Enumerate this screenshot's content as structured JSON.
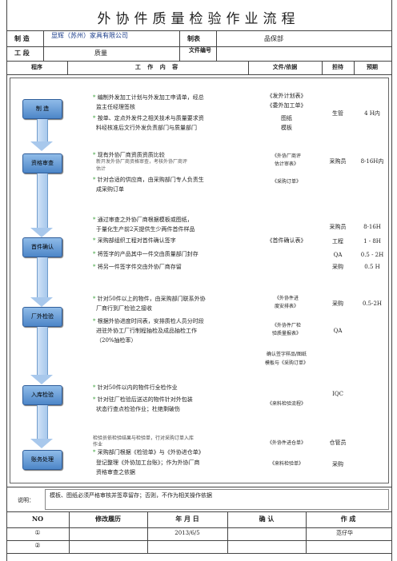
{
  "title": "外协件质量检验作业流程",
  "header": {
    "zhizao_label": "制 造",
    "zhizao_value": "显辉（苏州）家具有限公司",
    "zhizhi_label": "制表",
    "zhizhi_value": "品保部",
    "gongduan_label": "工 段",
    "gongduan_value": "质量",
    "docno_label": "文件编号",
    "docno_value": ""
  },
  "columns": [
    "程序",
    "工 作 内 容",
    "文件/依据",
    "担待",
    "预期"
  ],
  "steps": [
    {
      "label": "制 造",
      "lines": [
        "编制外发加工计划与外发加工申请单，经总",
        "监主任经理签核",
        "按单、定点外发件之相关技术与质量要求资",
        "料经核准后文行外发负责部门与质量部门"
      ],
      "docs": [
        "《发外计划表》",
        "《委外加工单》",
        "图纸",
        "模板"
      ],
      "owner": [
        "生管"
      ],
      "time": [
        "4 H内"
      ]
    },
    {
      "label": "资格审查",
      "lines": [
        "现有外协厂商资质资质比较",
        "新开发外协厂商资格审查，考核外协厂商评",
        "估计",
        "针对合适的供应商，由采购部门专人负责生",
        "成采购订单"
      ],
      "docs": [
        "《外协厂商评",
        "估计审表》",
        "《采购订单》"
      ],
      "owner": [
        "采购员"
      ],
      "time": [
        "8-16H内"
      ]
    },
    {
      "label": "首件确认",
      "lines": [
        "通过审查之外协厂商根据模板或图纸，",
        "于量化生产前2天提供生少两件首件样品",
        "采购部组织工程对首件确认签字",
        "将签字的产品其中一件交由质量部门封存",
        "将另一件签字件交由外协厂商存留"
      ],
      "docs": [
        "《首件确认表》"
      ],
      "owner": [
        "采购员",
        "工程",
        "QA",
        "采购"
      ],
      "time": [
        "8-16H",
        "1 - 8H",
        "0.5 - 2H",
        "0.5 H"
      ]
    },
    {
      "label": "厂外检验",
      "lines": [
        "针对50件以上的物件，由采购部门联系外协",
        "厂商行到厂检验之接收",
        "根据外协进度时间表，安排质检人员分时段",
        "进驻外协工厂行制程抽检及成品抽检工作",
        "（20%抽检率）"
      ],
      "docs": [
        "《外协件进",
        "度安排表》",
        "《外协件厂检",
        "验质量报表》"
      ],
      "owner": [
        "采购",
        "QA"
      ],
      "time": [
        "0.5-2H"
      ]
    },
    {
      "label": "入库检验",
      "lines": [
        "针对50件以内的物件行全检作业",
        "针对驻厂检验后送达的物件针对外包装",
        "状态行查点检验作业；杜绝剩破伤"
      ],
      "docs": [
        "确认签字样品/图纸",
        "模板与《采购订单》",
        "《来料检验流程》"
      ],
      "owner": [
        "IQC"
      ],
      "time": []
    },
    {
      "label": "账务处理",
      "lines": [
        "检验员依检验结果与检验单，行对采购订单入库",
        "作业",
        "采购部门根据《检验单》与《外协进仓单》",
        "登记整理《外协加工台账》；作为外协厂商",
        "资格审查之依据"
      ],
      "docs": [
        "《外协件进仓单》",
        "《来料检验单》"
      ],
      "owner": [
        "仓管员",
        "采购"
      ],
      "time": []
    }
  ],
  "note_label": "说明：",
  "note_text": "模板、图纸必须严格审核并签章留存；否则，不作为相关操作依据",
  "revision": {
    "headers": [
      "NO",
      "修改履历",
      "年 月 日",
      "确 认",
      "作 成"
    ],
    "rows": [
      {
        "no": "①",
        "history": "",
        "date": "2013/6/5",
        "confirm": "",
        "author": "范仔华"
      },
      {
        "no": "②",
        "history": "",
        "date": "",
        "confirm": "",
        "author": ""
      }
    ]
  },
  "colors": {
    "step_fill": "#6b9fd9",
    "bullet": "#3aa03a",
    "arrow": "#a8c8ec"
  }
}
